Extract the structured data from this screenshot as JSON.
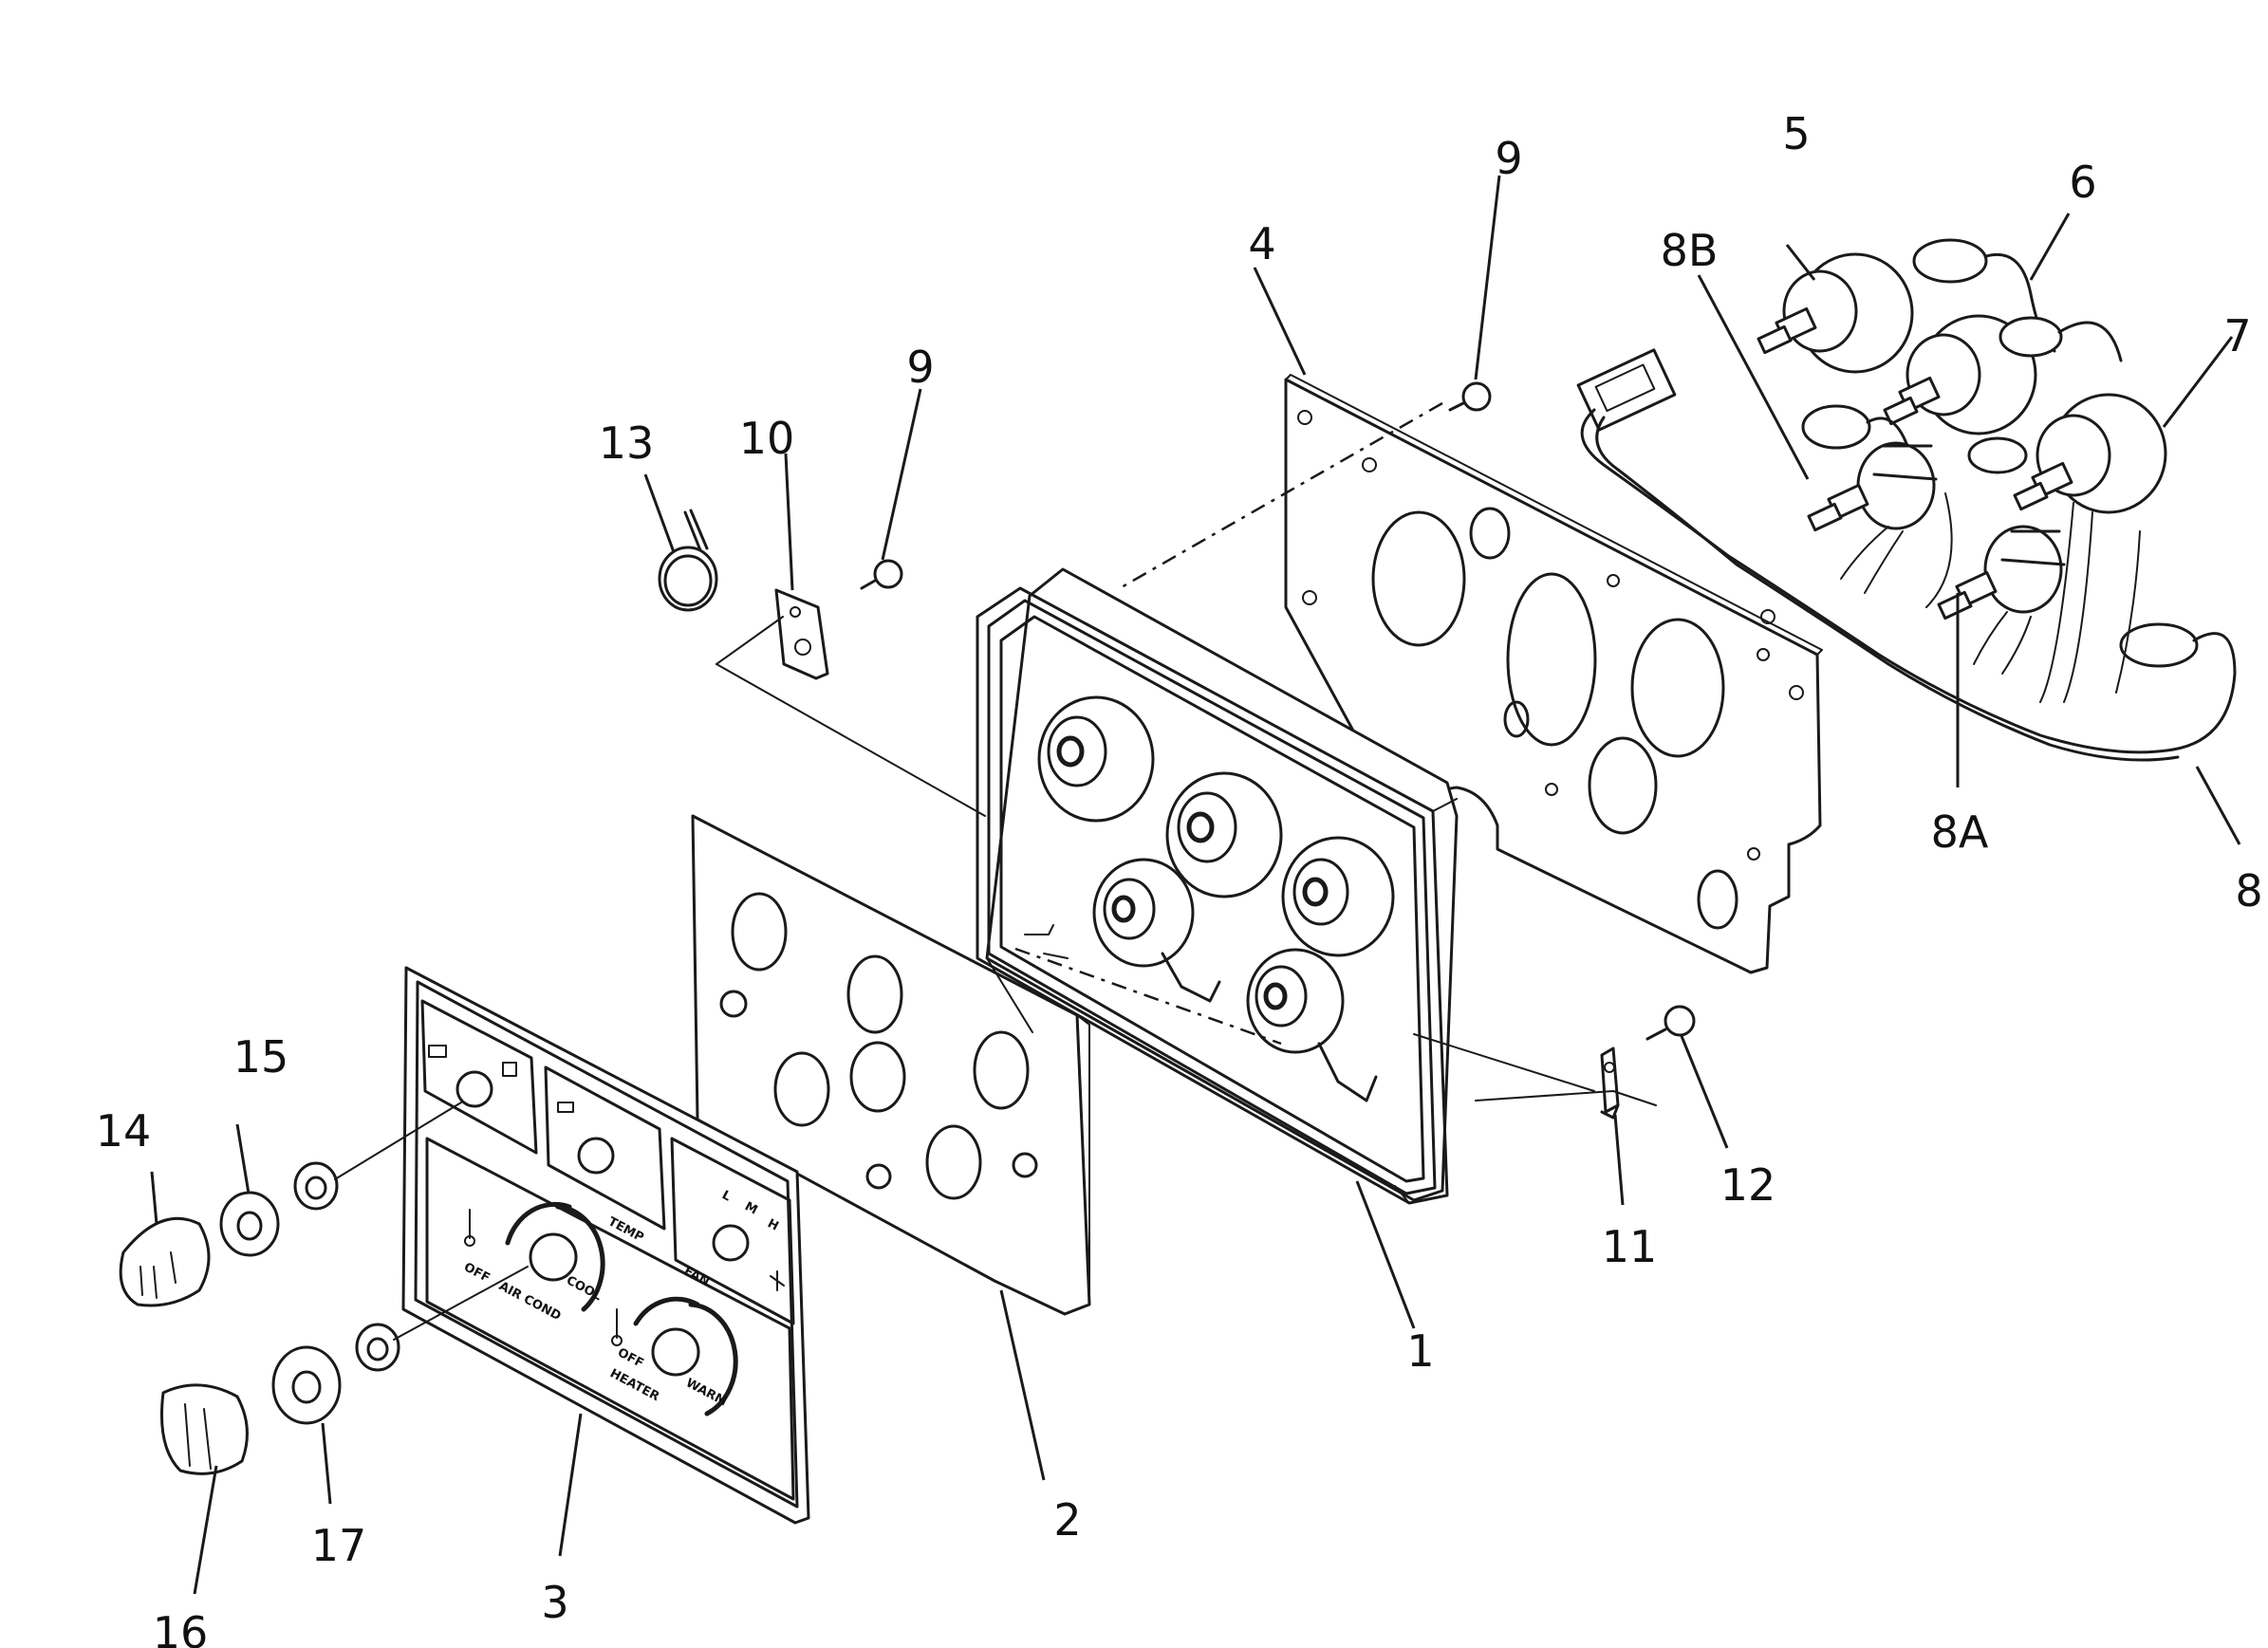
{
  "diagram": {
    "callouts": [
      {
        "id": "c1",
        "text": "1"
      },
      {
        "id": "c2",
        "text": "2"
      },
      {
        "id": "c3",
        "text": "3"
      },
      {
        "id": "c4",
        "text": "4"
      },
      {
        "id": "c5",
        "text": "5"
      },
      {
        "id": "c6",
        "text": "6"
      },
      {
        "id": "c7",
        "text": "7"
      },
      {
        "id": "c8",
        "text": "8"
      },
      {
        "id": "c8a",
        "text": "8A"
      },
      {
        "id": "c8b",
        "text": "8B"
      },
      {
        "id": "c9a",
        "text": "9"
      },
      {
        "id": "c9b",
        "text": "9"
      },
      {
        "id": "c10",
        "text": "10"
      },
      {
        "id": "c11",
        "text": "11"
      },
      {
        "id": "c12",
        "text": "12"
      },
      {
        "id": "c13",
        "text": "13"
      },
      {
        "id": "c14",
        "text": "14"
      },
      {
        "id": "c15",
        "text": "15"
      },
      {
        "id": "c16",
        "text": "16"
      },
      {
        "id": "c17",
        "text": "17"
      }
    ],
    "panel_labels": {
      "temp": "TEMP",
      "cool": "COOL",
      "warm": "WARM",
      "heater": "HEATER",
      "air_cond": "AIR COND",
      "fan": "FAN",
      "off_left": "OFF",
      "off_right": "OFF",
      "fan_l": "L",
      "fan_m": "M",
      "fan_h": "H"
    }
  }
}
